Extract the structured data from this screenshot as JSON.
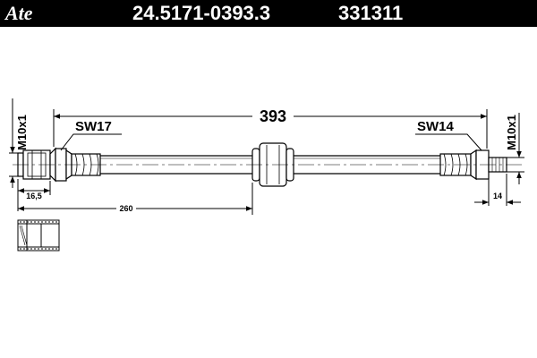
{
  "header": {
    "logo_text": "Ate",
    "part_number": "24.5171-0393.3",
    "reference_number": "331311"
  },
  "drawing": {
    "overall_length": "393",
    "left_wrench_size": "SW17",
    "right_wrench_size": "SW14",
    "left_thread": "M10x1",
    "right_thread": "M10x1",
    "left_fitting_length": "16,5",
    "center_position": "260",
    "right_fitting_length": "14"
  }
}
